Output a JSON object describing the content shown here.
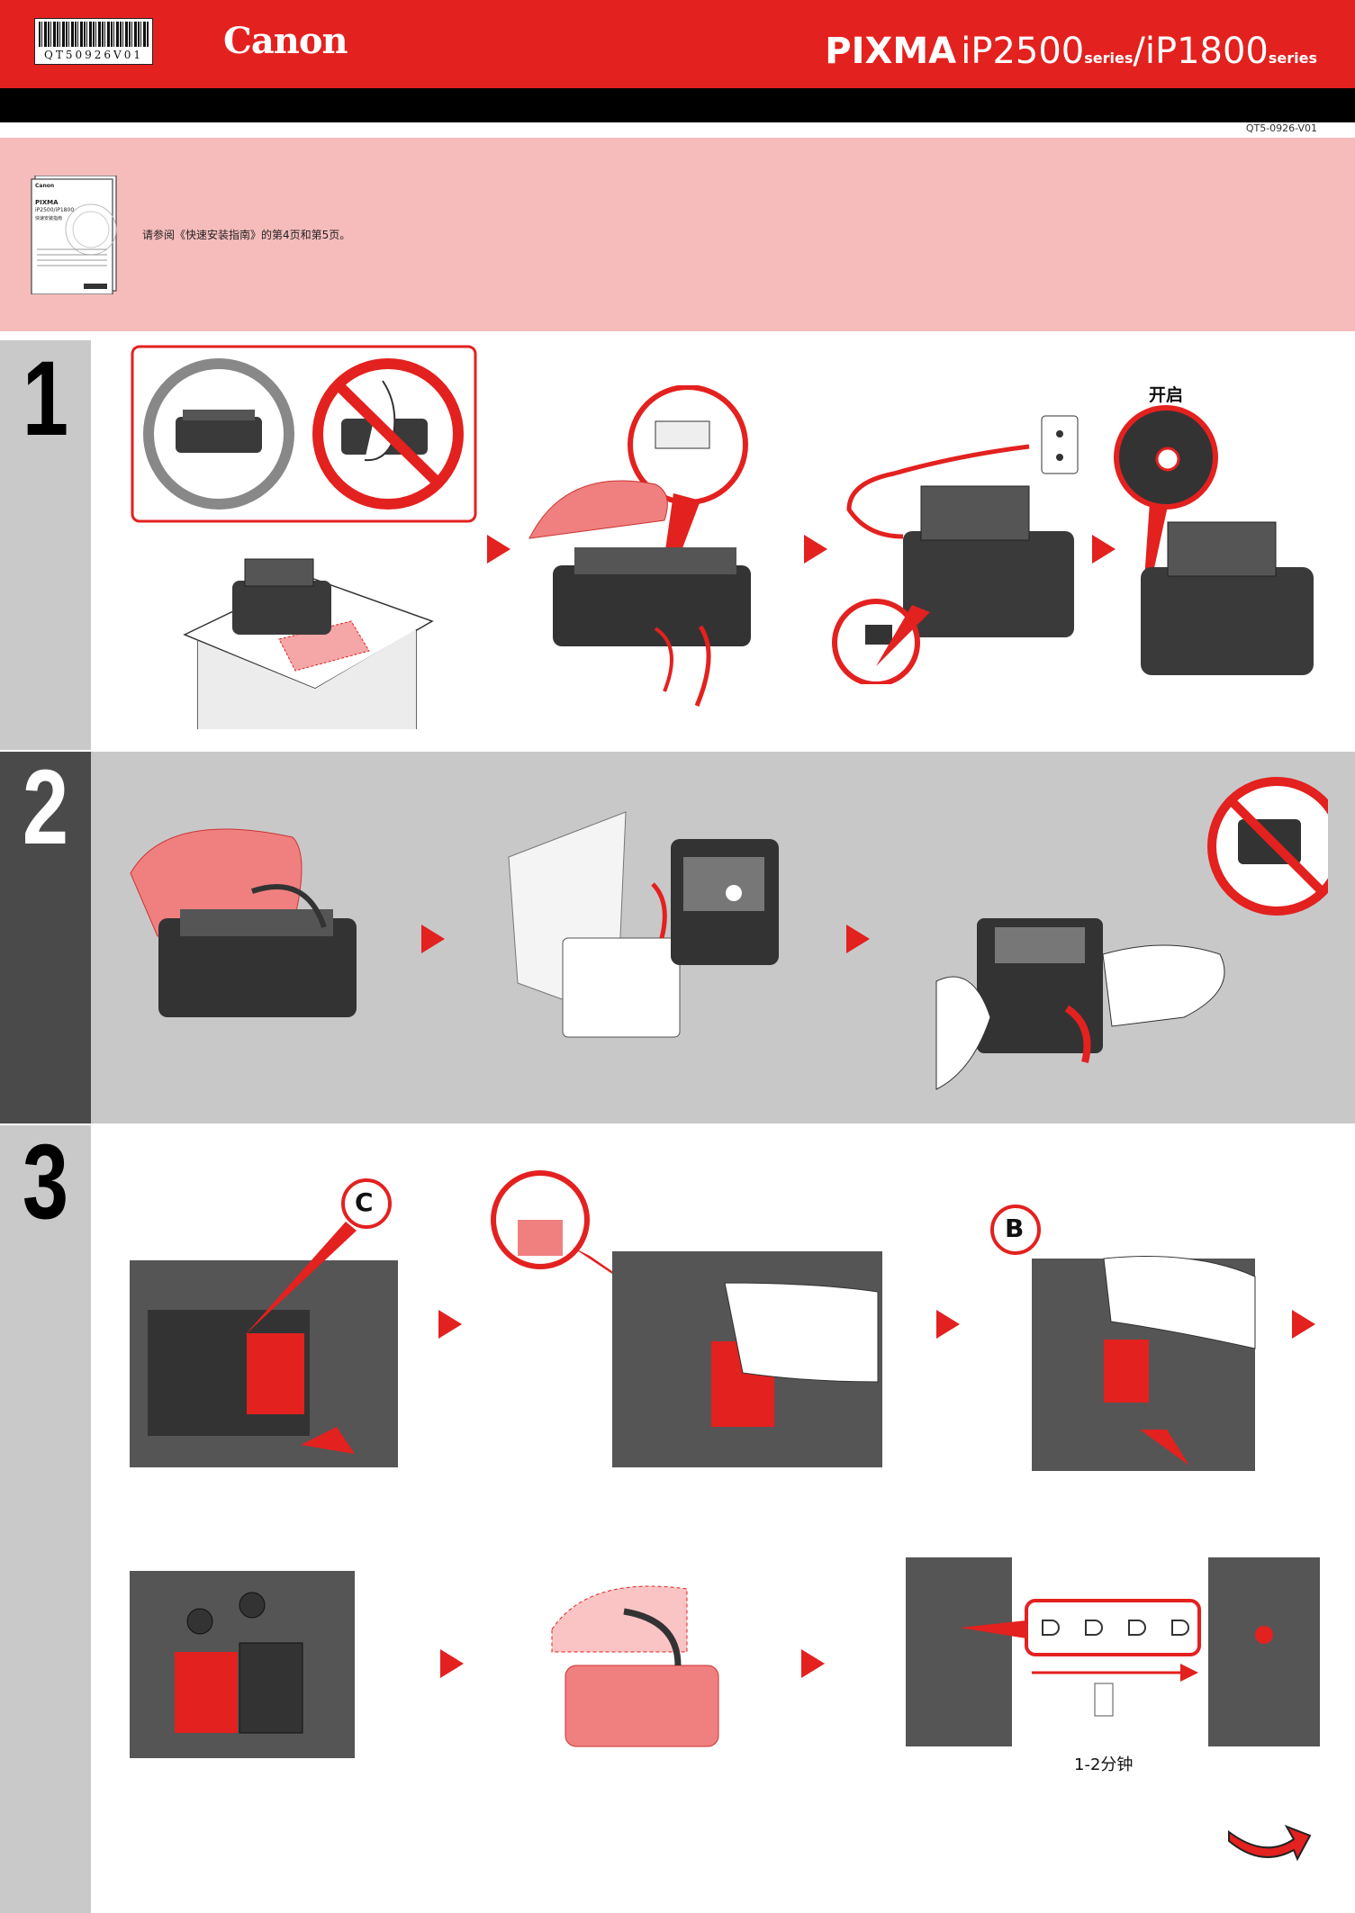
{
  "header": {
    "barcode_text": "QT50926V01",
    "brand": "Canon",
    "product_name": "PIXMA",
    "model_1": "iP2500",
    "series_1": "series",
    "separator": "/",
    "model_2": "iP1800",
    "series_2": "series",
    "doc_code": "QT5-0926-V01"
  },
  "intro": {
    "booklet_brand": "Canon",
    "booklet_title": "PIXMA",
    "booklet_models": "iP2500/iP1800",
    "booklet_subtitle": "快速安装指南",
    "instruction": "请参阅《快速安装指南》的第4页和第5页。"
  },
  "steps": [
    {
      "number": "1"
    },
    {
      "number": "2"
    },
    {
      "number": "3"
    }
  ],
  "labels": {
    "power_on": "开启",
    "wait_time": "1-2分钟",
    "cartridge_color": "C",
    "cartridge_black": "B"
  },
  "colors": {
    "brand_red": "#e3211f",
    "pink_panel": "#f6bcbc",
    "section_gray": "#c9c9c9",
    "dark_gray": "#4a4a4a"
  }
}
